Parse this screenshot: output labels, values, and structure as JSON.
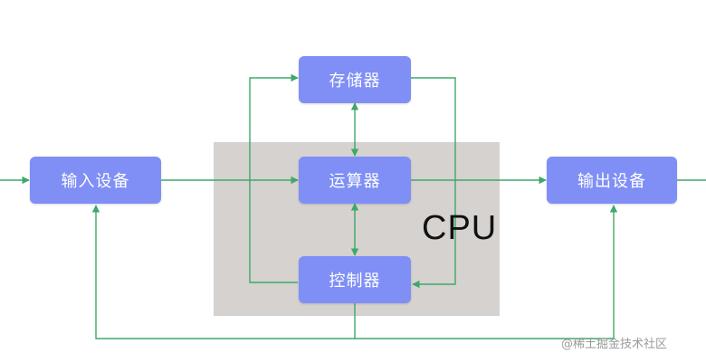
{
  "cpu": {
    "label": "CPU"
  },
  "nodes": {
    "memory": "存储器",
    "alu": "运算器",
    "controller": "控制器",
    "input": "输入设备",
    "output": "输出设备"
  },
  "colors": {
    "node_fill": "#7f8ff5",
    "cpu_region": "#d5d2cf",
    "connector": "#3ea86a"
  },
  "watermark": "@稀土掘金技术社区"
}
